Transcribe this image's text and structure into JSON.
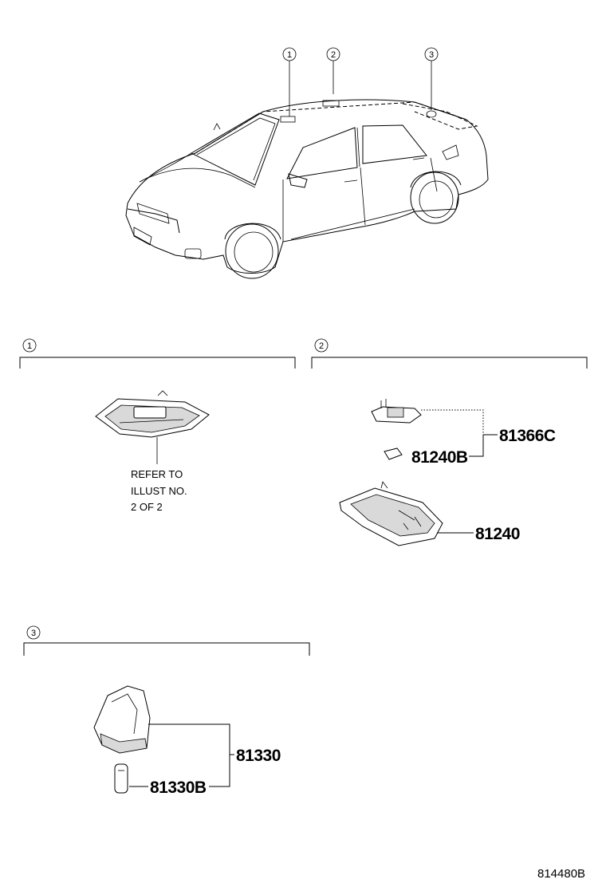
{
  "car_callouts": [
    {
      "label": "1"
    },
    {
      "label": "2"
    },
    {
      "label": "3"
    }
  ],
  "section_1": {
    "callout": "1",
    "note_lines": [
      "REFER TO",
      "ILLUST NO.",
      "2 OF 2"
    ]
  },
  "section_2": {
    "callout": "2",
    "parts": {
      "socket": "81366C",
      "bulb": "81240B",
      "lamp": "81240"
    }
  },
  "section_3": {
    "callout": "3",
    "parts": {
      "lamp": "81330",
      "bulb": "81330B"
    }
  },
  "illustration_id": "814480B"
}
